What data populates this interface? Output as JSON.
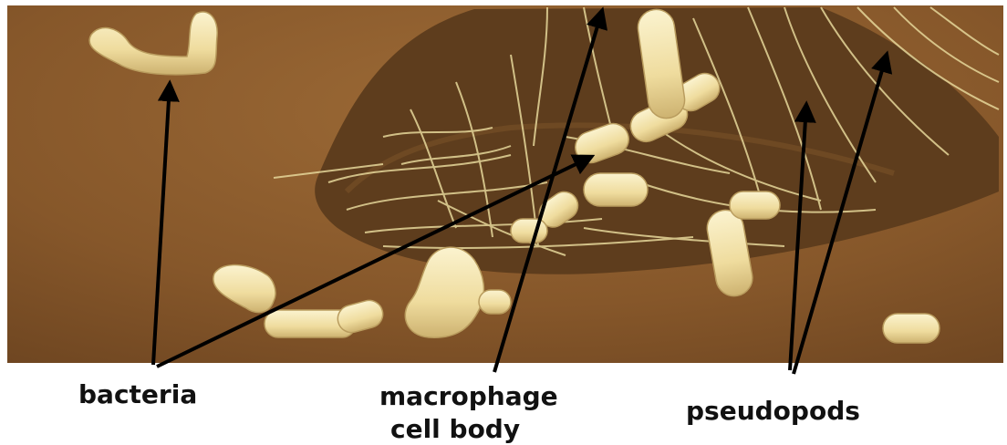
{
  "labels": {
    "bacteria": "bacteria",
    "macrophage_line1": "macrophage",
    "macrophage_line2": "cell body",
    "pseudopods": "pseudopods"
  },
  "colors": {
    "background_substrate": "#8a5a2b",
    "cell_body": "#6a4622",
    "bacteria_fill": "#f3e6ad",
    "pseudopod_strand": "#e6d79a",
    "arrow": "#000000",
    "label_text": "#111111"
  }
}
